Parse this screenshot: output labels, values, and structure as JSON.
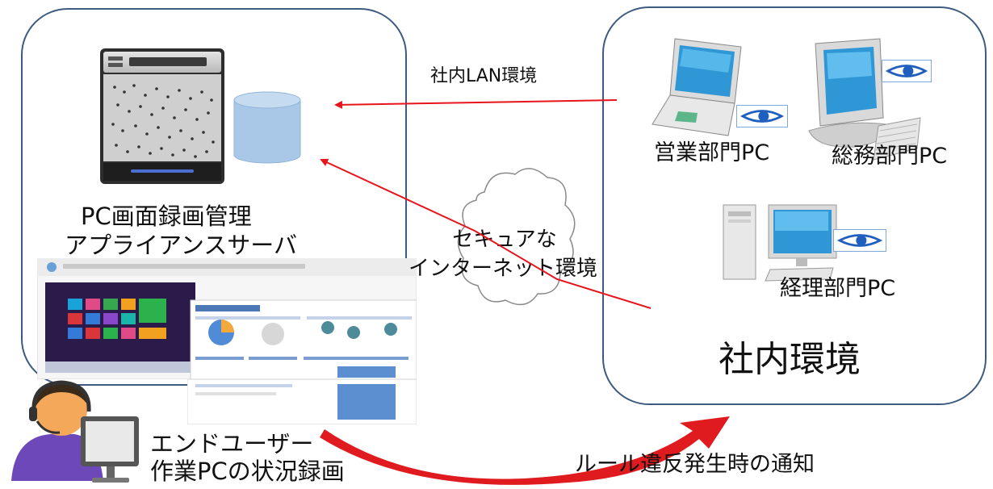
{
  "server_zone": {
    "server_label_line1": "PC画面録画管理",
    "server_label_line2": "アプライアンスサーバ"
  },
  "office_zone": {
    "title": "社内環境",
    "pcs": [
      {
        "label": "営業部門PC"
      },
      {
        "label": "総務部門PC"
      },
      {
        "label": "経理部門PC"
      }
    ]
  },
  "connections": {
    "lan_label": "社内LAN環境",
    "internet_label_line1": "セキュアな",
    "internet_label_line2": "インターネット環境"
  },
  "end_user": {
    "label_line1": "エンドユーザー",
    "label_line2": "作業PCの状況録画"
  },
  "notification": {
    "label": "ルール違反発生時の通知"
  },
  "colors": {
    "box_border": "#3d5a80",
    "arrow_red": "#e8141b",
    "eye_blue": "#1f5fbf",
    "database_fill": "#a9c8e8"
  }
}
